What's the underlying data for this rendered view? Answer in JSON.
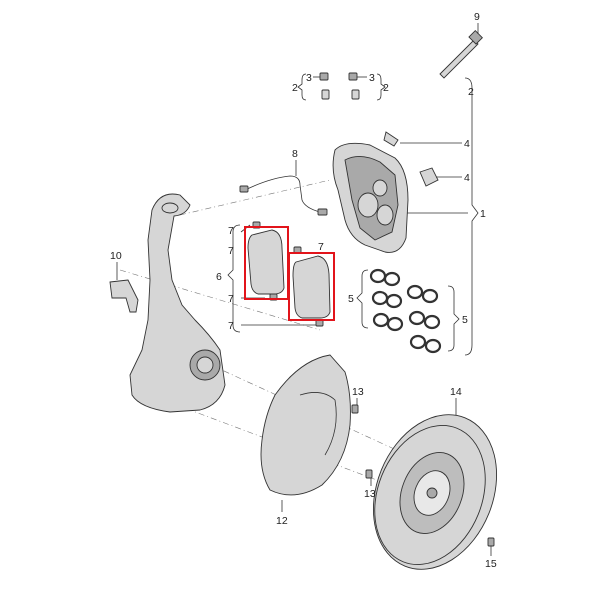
{
  "labels": {
    "l1": "1",
    "l2a": "2",
    "l2b": "2",
    "l2c": "2",
    "l3a": "3",
    "l3b": "3",
    "l4a": "4",
    "l4b": "4",
    "l5a": "5",
    "l5b": "5",
    "l6": "6",
    "l7a": "7",
    "l7b": "7",
    "l7c": "7",
    "l7d": "7",
    "l7e": "7",
    "l8": "8",
    "l9": "9",
    "l10": "10",
    "l12": "12",
    "l13a": "13",
    "l13b": "13",
    "l14": "14",
    "l15": "15"
  },
  "colors": {
    "highlight": "#e2141b",
    "line": "#333333",
    "part_fill": "#d6d6d6"
  }
}
